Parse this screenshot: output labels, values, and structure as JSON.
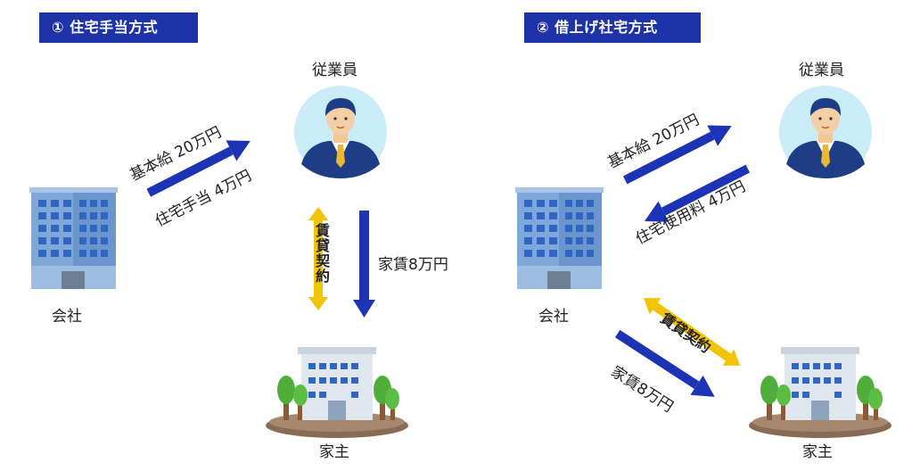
{
  "left_panel": {
    "title": "① 住宅手当方式",
    "employee": "従業員",
    "company": "会社",
    "landlord": "家主",
    "salary": "基本給  20万円",
    "allowance": "住宅手当  4万円",
    "lease": "賃貸契約",
    "rent": "家賃8万円"
  },
  "right_panel": {
    "title": "② 借上げ社宅方式",
    "employee": "従業員",
    "company": "会社",
    "landlord": "家主",
    "salary": "基本給  20万円",
    "usage_fee": "住宅使用料 4万円",
    "lease": "賃貸契約",
    "rent": "家賃8万円"
  },
  "colors": {
    "badge": "#1f33a8",
    "arrow": "#1c33b5",
    "lease_arrow": "#f2c400",
    "avatar_bg": "#c9ecf7",
    "building": "#7ea7da"
  }
}
